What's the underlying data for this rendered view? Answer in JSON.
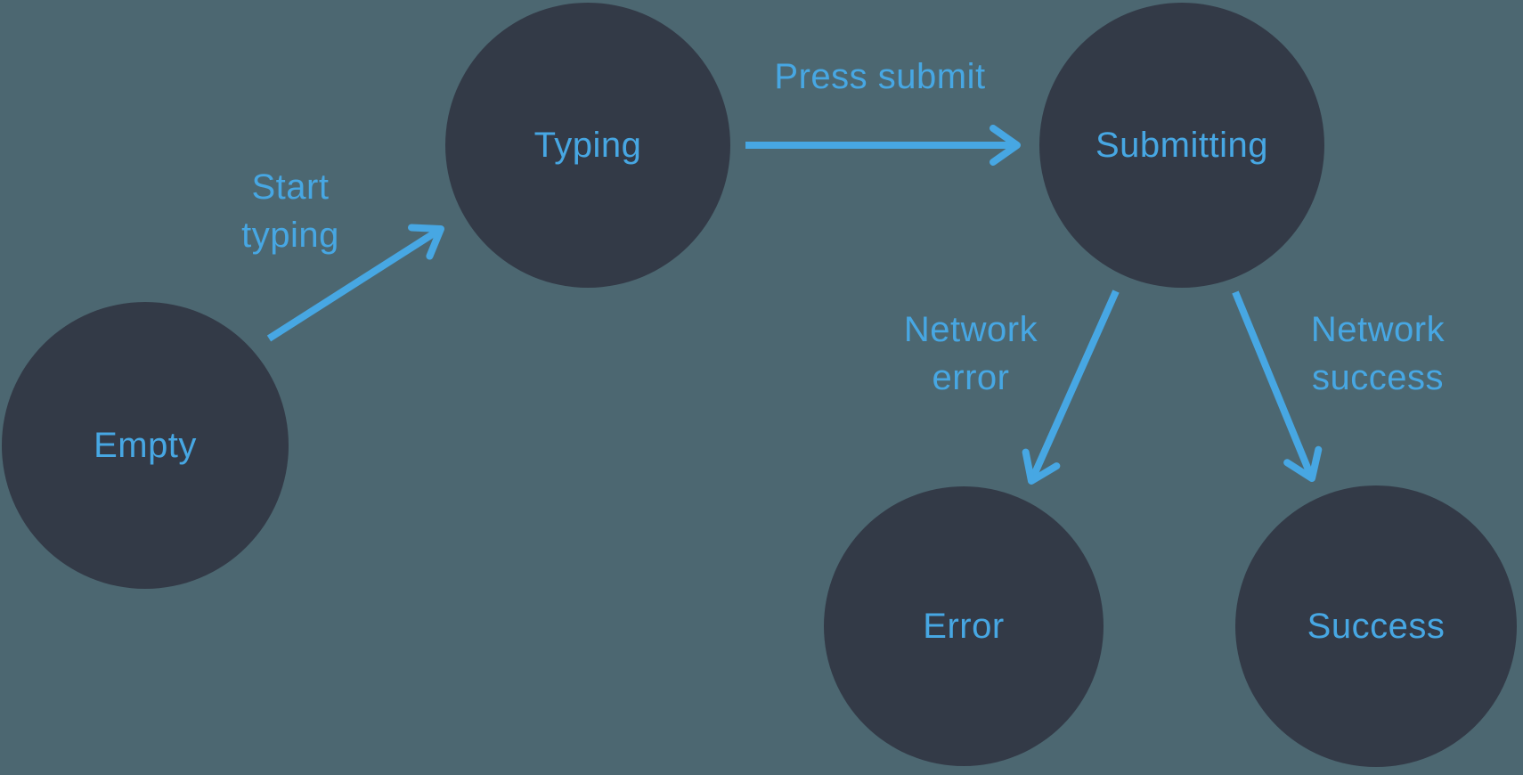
{
  "diagram": {
    "type": "state-machine",
    "states": [
      {
        "id": "empty",
        "label": "Empty"
      },
      {
        "id": "typing",
        "label": "Typing"
      },
      {
        "id": "submitting",
        "label": "Submitting"
      },
      {
        "id": "error",
        "label": "Error"
      },
      {
        "id": "success",
        "label": "Success"
      }
    ],
    "transitions": [
      {
        "id": "start-typing",
        "label": "Start\ntyping",
        "from": "Empty",
        "to": "Typing"
      },
      {
        "id": "press-submit",
        "label": "Press submit",
        "from": "Typing",
        "to": "Submitting"
      },
      {
        "id": "network-error",
        "label": "Network\nerror",
        "from": "Submitting",
        "to": "Error"
      },
      {
        "id": "network-success",
        "label": "Network\nsuccess",
        "from": "Submitting",
        "to": "Success"
      }
    ],
    "colors": {
      "background": "#4c6771",
      "state_fill": "#333a47",
      "accent": "#47a7e3"
    }
  }
}
